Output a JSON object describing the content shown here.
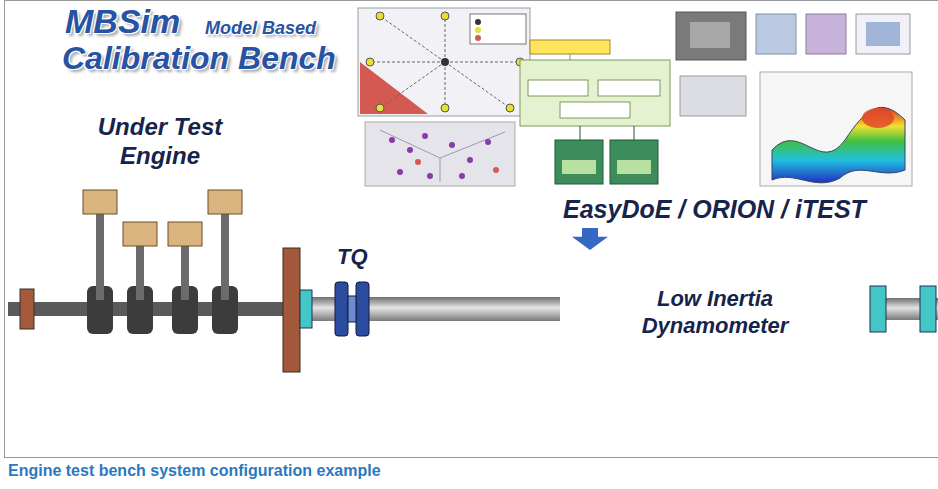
{
  "diagram": {
    "title": "MBSim",
    "caption": "Engine test bench system configuration example",
    "nodes": [
      {
        "text": [
          "Under Test Engine"
        ]
      },
      {
        "text": [
          "EasyDoE / ORION / iTEST"
        ]
      },
      {
        "text": [
          "Low Inertia Dynamometer"
        ]
      }
    ],
    "edges": [
      {
        "from": 1,
        "to": 2,
        "arrow": "to"
      },
      {
        "from": 0,
        "to": 2,
        "arrow": "none"
      }
    ],
    "labels": [
      "Model Based",
      "Calibration Bench",
      "TQ"
    ]
  }
}
